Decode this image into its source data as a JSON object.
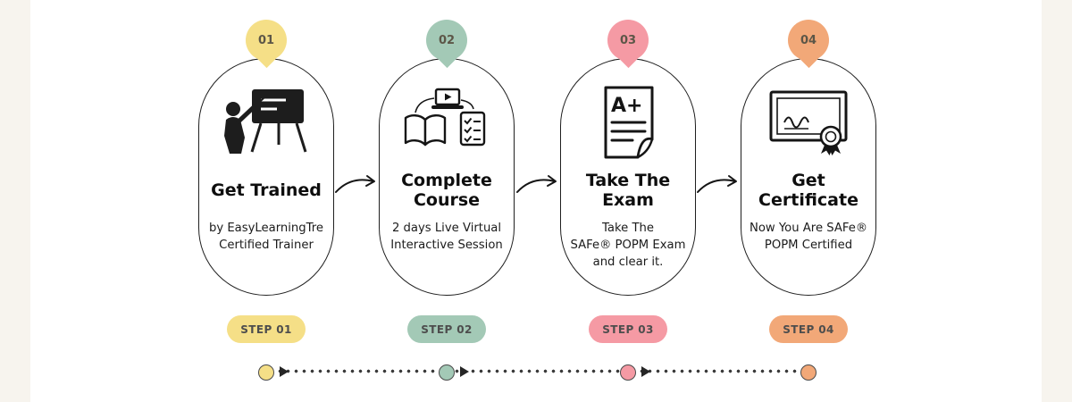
{
  "steps": [
    {
      "number": "01",
      "badge_label": "STEP 01",
      "title_lines": [
        "Get Trained"
      ],
      "desc_lines": [
        "by EasyLearningTre",
        "Certified Trainer"
      ],
      "color": "#f5df87",
      "icon": "trainer-presentation-icon"
    },
    {
      "number": "02",
      "badge_label": "STEP 02",
      "title_lines": [
        "Complete",
        "Course"
      ],
      "desc_lines": [
        "2 days Live Virtual",
        "Interactive Session"
      ],
      "color": "#a3c9b6",
      "icon": "course-laptop-book-checklist-icon"
    },
    {
      "number": "03",
      "badge_label": "STEP 03",
      "title_lines": [
        "Take The",
        "Exam"
      ],
      "desc_lines": [
        "Take The",
        "SAFe® POPM Exam",
        "and clear it."
      ],
      "color": "#f59aa4",
      "icon": "exam-a-plus-icon"
    },
    {
      "number": "04",
      "badge_label": "STEP 04",
      "title_lines": [
        "Get",
        "Certificate"
      ],
      "desc_lines": [
        "Now You Are SAFe®",
        "POPM Certified"
      ],
      "color": "#f2a878",
      "icon": "certificate-ribbon-icon"
    }
  ]
}
